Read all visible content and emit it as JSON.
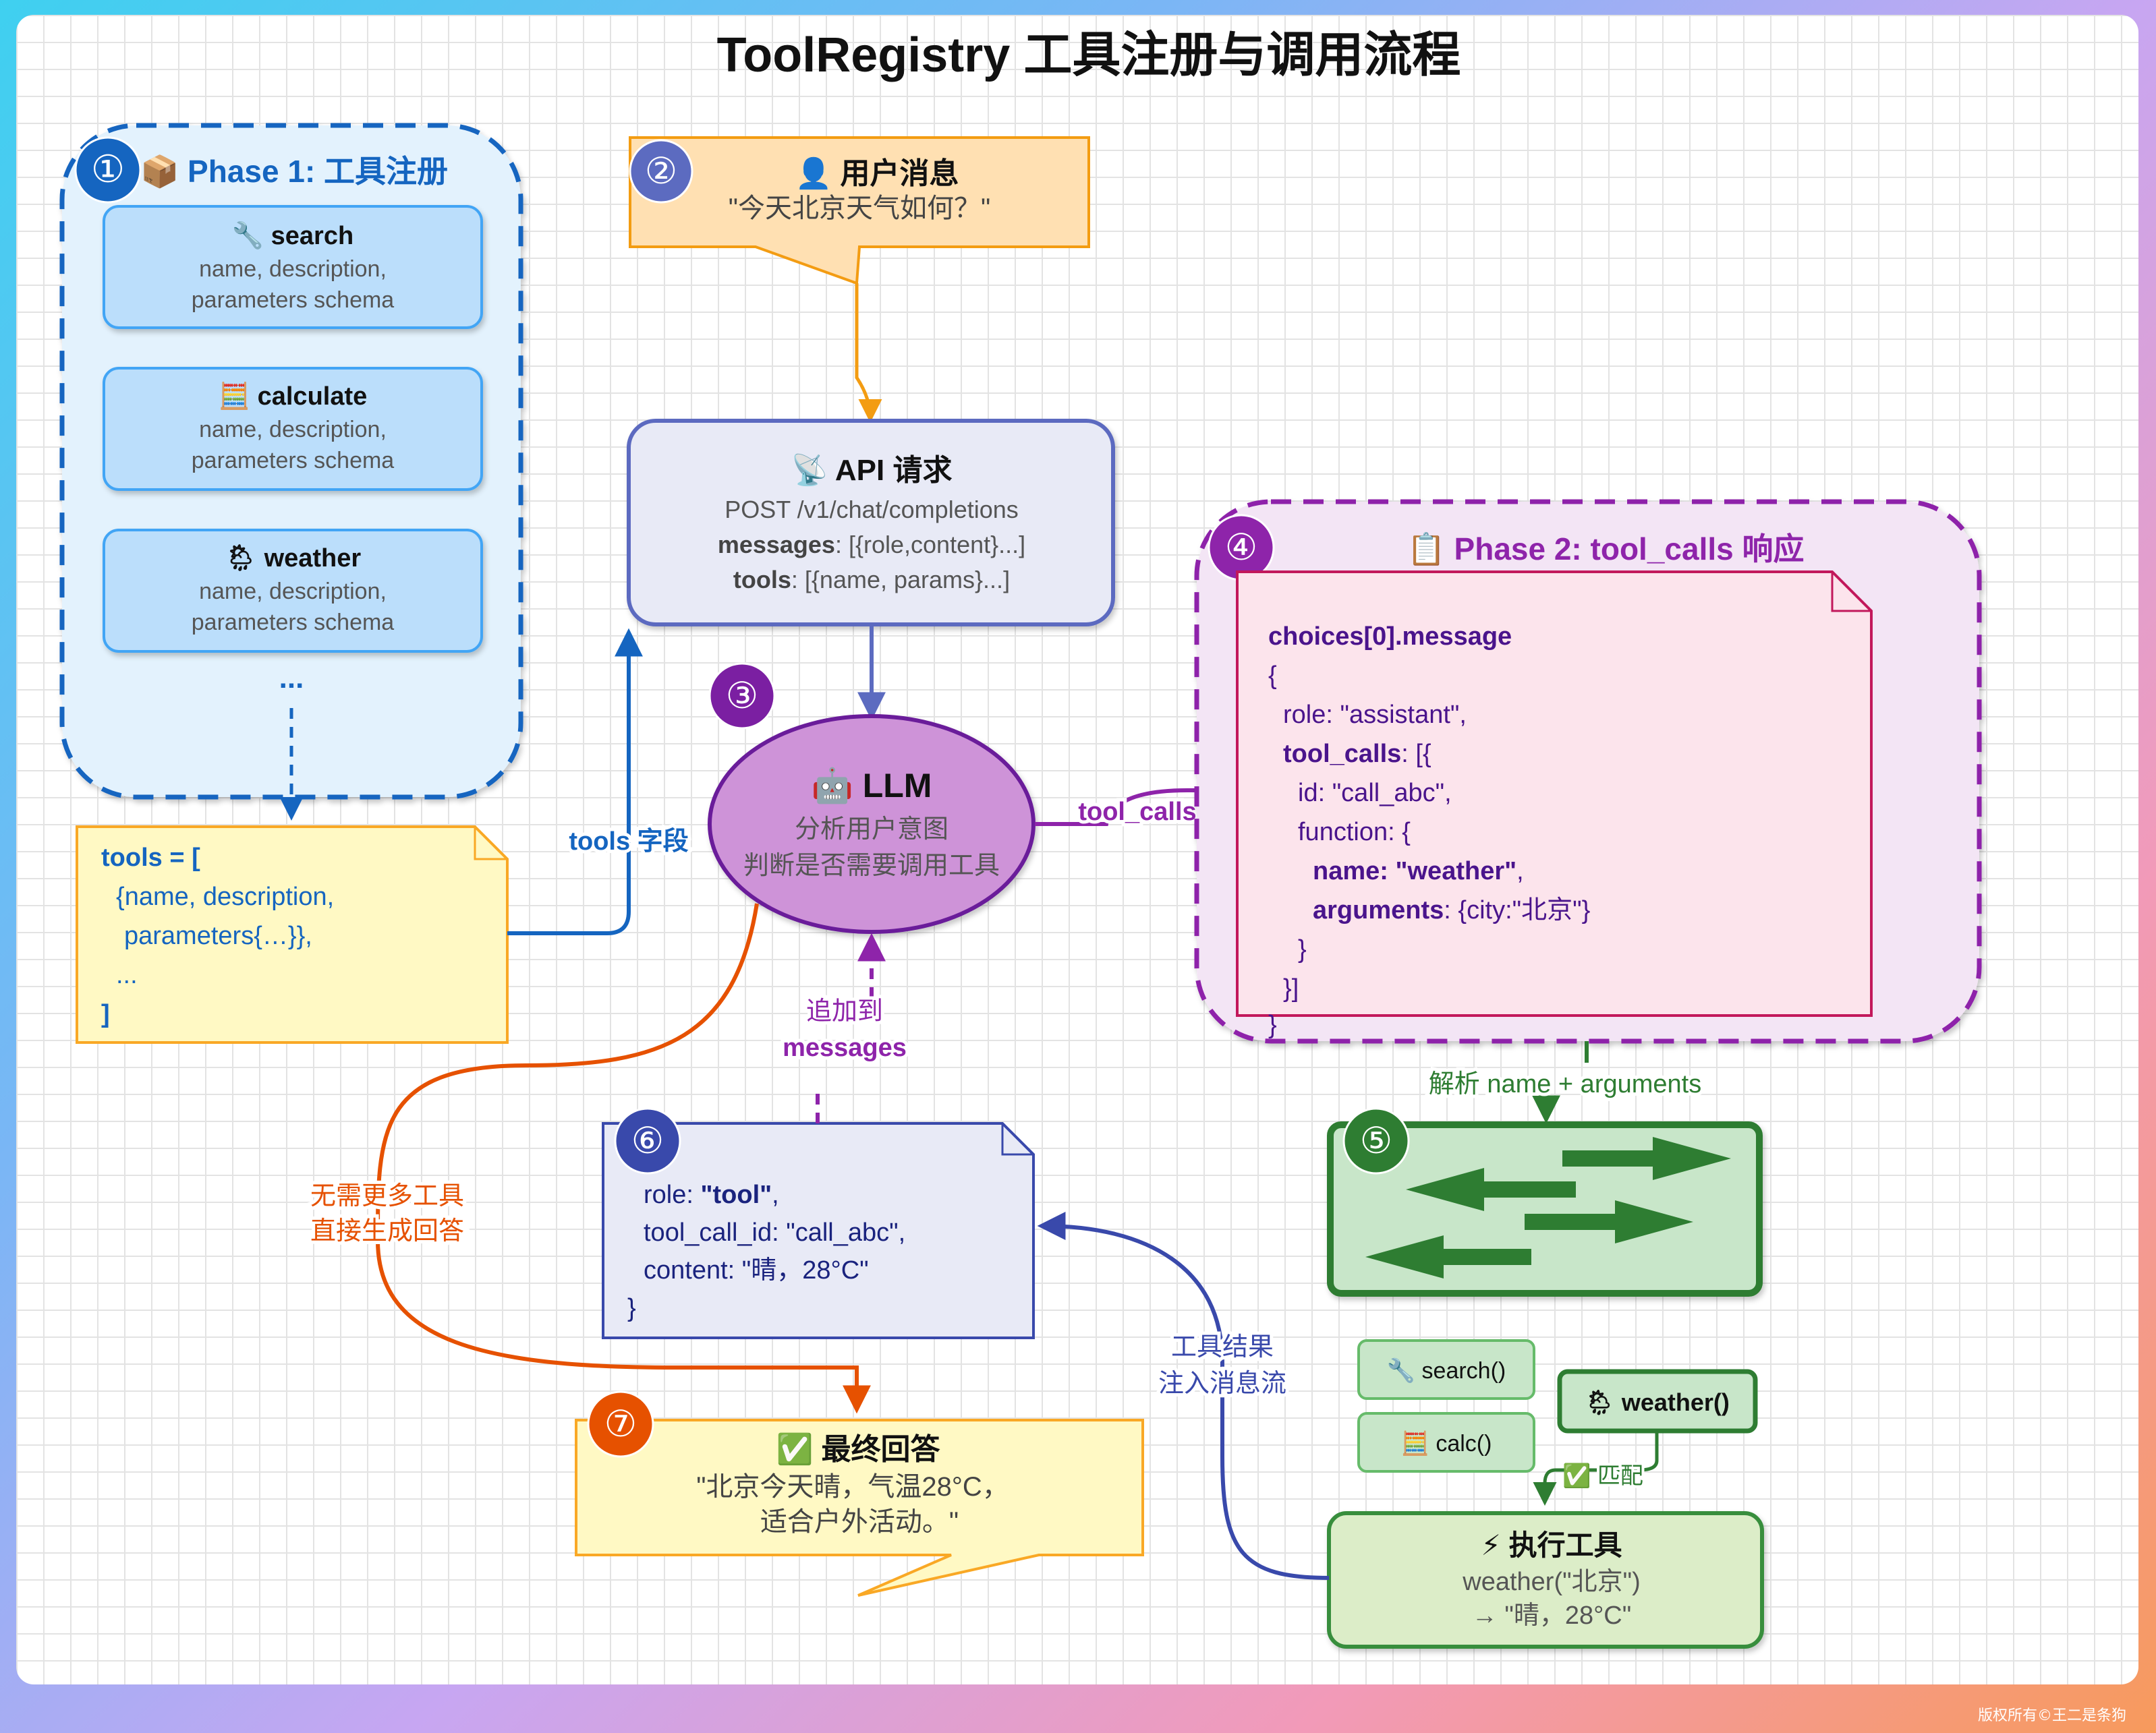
{
  "title": "ToolRegistry 工具注册与调用流程",
  "phase1": {
    "badge": "①",
    "heading": "📦 Phase 1: 工具注册",
    "tools": [
      {
        "name": "🔧 search",
        "line1": "name, description,",
        "line2": "parameters schema"
      },
      {
        "name": "🧮 calculate",
        "line1": "name, description,",
        "line2": "parameters schema"
      },
      {
        "name": "🌦 weather",
        "line1": "name, description,",
        "line2": "parameters schema"
      }
    ],
    "more": "..."
  },
  "tools_note": {
    "lines": [
      "tools = [",
      "{name, description,",
      "parameters{…}},",
      "...",
      "]"
    ]
  },
  "tools_field_label": "tools 字段",
  "user_message": {
    "badge": "②",
    "title": "👤 用户消息",
    "text": "\"今天北京天气如何？\""
  },
  "api_request": {
    "title": "📡 API 请求",
    "endpoint": "POST /v1/chat/completions",
    "messages_key": "messages",
    "messages_val": ": [{role,content}...]",
    "tools_key": "tools",
    "tools_val": ": [{name, params}...]"
  },
  "llm": {
    "badge": "③",
    "title": "🤖 LLM",
    "line1": "分析用户意图",
    "line2": "判断是否需要调用工具"
  },
  "tool_calls_label": "tool_calls",
  "phase2": {
    "badge": "④",
    "heading": "📋 Phase 2: tool_calls 响应",
    "code_header": "choices[0].message",
    "lines": {
      "open": "{",
      "role": "role: \"assistant\",",
      "tool_calls_key": "tool_calls",
      "tool_calls_rest": ": [{",
      "id": "id: \"call_abc\",",
      "function": "function: {",
      "name_line": "name: \"weather\"",
      "comma": ",",
      "arguments_key": "arguments",
      "arguments_val": ": {city:\"北京\"}",
      "close_inner": "}",
      "close_arr": "}]",
      "close": "}"
    }
  },
  "parse_label": "解析 name + arguments",
  "dispatch": {
    "badge": "⑤"
  },
  "tool_funcs": {
    "search": "🔧 search()",
    "calc": "🧮 calc()",
    "weather": "🌦 weather()",
    "match": "✅ 匹配"
  },
  "execute": {
    "title": "⚡ 执行工具",
    "call": "weather(\"北京\")",
    "result": "→ \"晴，28°C\""
  },
  "inject_label": {
    "line1": "工具结果",
    "line2": "注入消息流"
  },
  "tool_message": {
    "badge": "⑥",
    "role_key": "role: ",
    "role_val": "\"tool\"",
    "role_end": ",",
    "tool_call_id": "tool_call_id: \"call_abc\",",
    "content": "content: \"晴，28°C\"",
    "close": "}"
  },
  "append_label": {
    "line1": "追加到",
    "line2": "messages"
  },
  "no_tool_label": {
    "line1": "无需更多工具",
    "line2": "直接生成回答"
  },
  "final_answer": {
    "badge": "⑦",
    "title": "✅ 最终回答",
    "line1": "\"北京今天晴，气温28°C，",
    "line2": "适合户外活动。\""
  },
  "watermark": "版权所有©王二是条狗",
  "colors": {
    "phase1_border": "#1565c0",
    "tool_card_fill": "#bbdefb",
    "note_fill": "#fff9c4",
    "user_fill": "#ffe0b2",
    "api_fill": "#e8eaf6",
    "llm_fill": "#ce93d8",
    "phase2_border": "#8e24aa",
    "code_fill": "#fce4ec",
    "dispatch_fill": "#c8e6c9",
    "flow_green": "#2e7d32",
    "answer_fill": "#fff9c4",
    "no_tool_path": "#e65100",
    "inject_path": "#3949ab"
  }
}
